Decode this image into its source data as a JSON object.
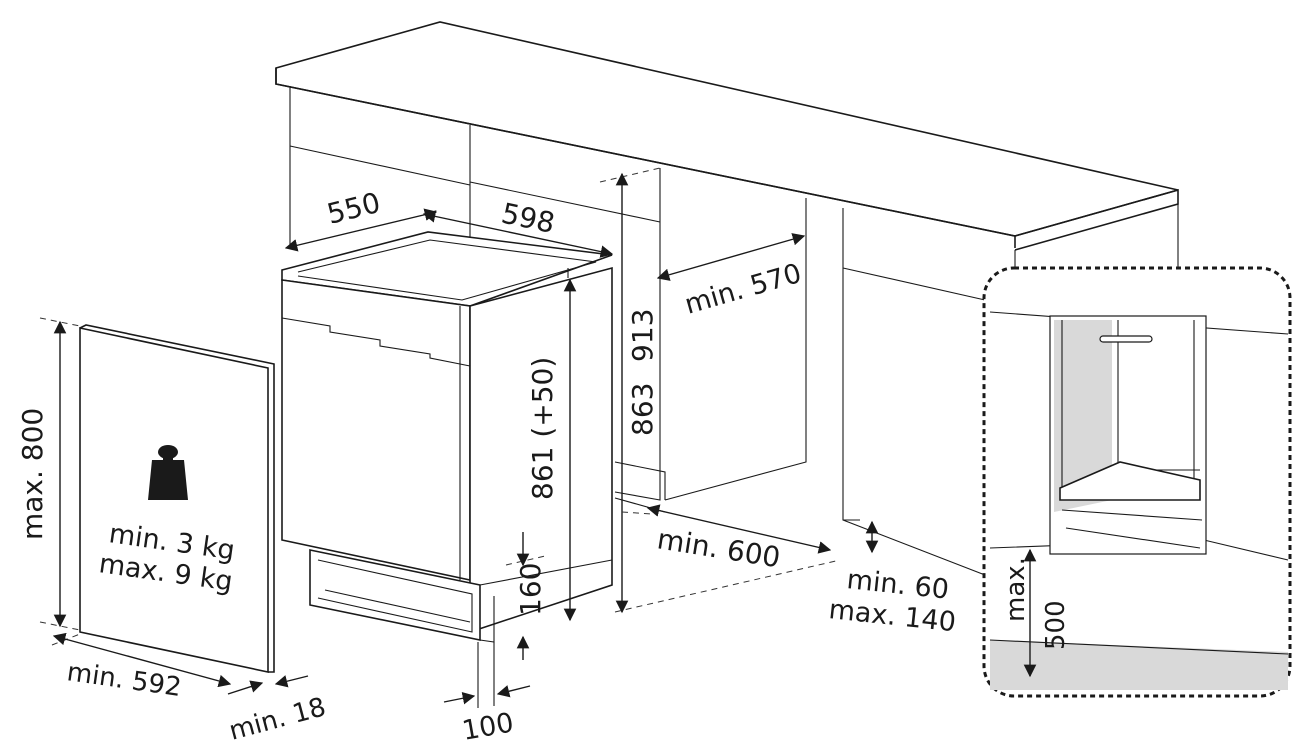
{
  "diagram": {
    "labels": {
      "depth": "550",
      "width": "598",
      "min_570": "min. 570",
      "h_913": "913",
      "h_863": "863",
      "h_861": "861 (+50)",
      "plinth_160": "160",
      "min_600": "min. 600",
      "min_60": "min. 60",
      "max_140": "max. 140",
      "door_max_800": "max. 800",
      "door_min_kg": "min. 3 kg",
      "door_max_kg": "max. 9 kg",
      "door_min_592": "min. 592",
      "door_min_18": "min. 18",
      "offset_100": "100",
      "detail_max": "max.",
      "detail_500": "500"
    },
    "colors": {
      "line": "#1a1a1a",
      "shade": "#d9d9d9",
      "background": "#ffffff"
    },
    "icons": {
      "weight": "weight-icon"
    }
  }
}
